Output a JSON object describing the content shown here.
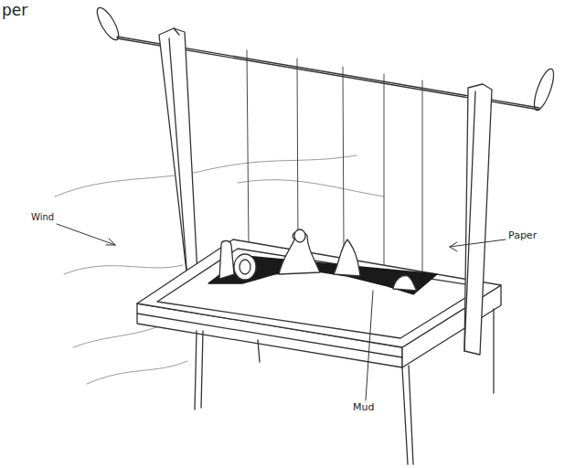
{
  "diagram": {
    "labels": [
      "per",
      "Wind",
      "Paper",
      "Mud"
    ]
  }
}
